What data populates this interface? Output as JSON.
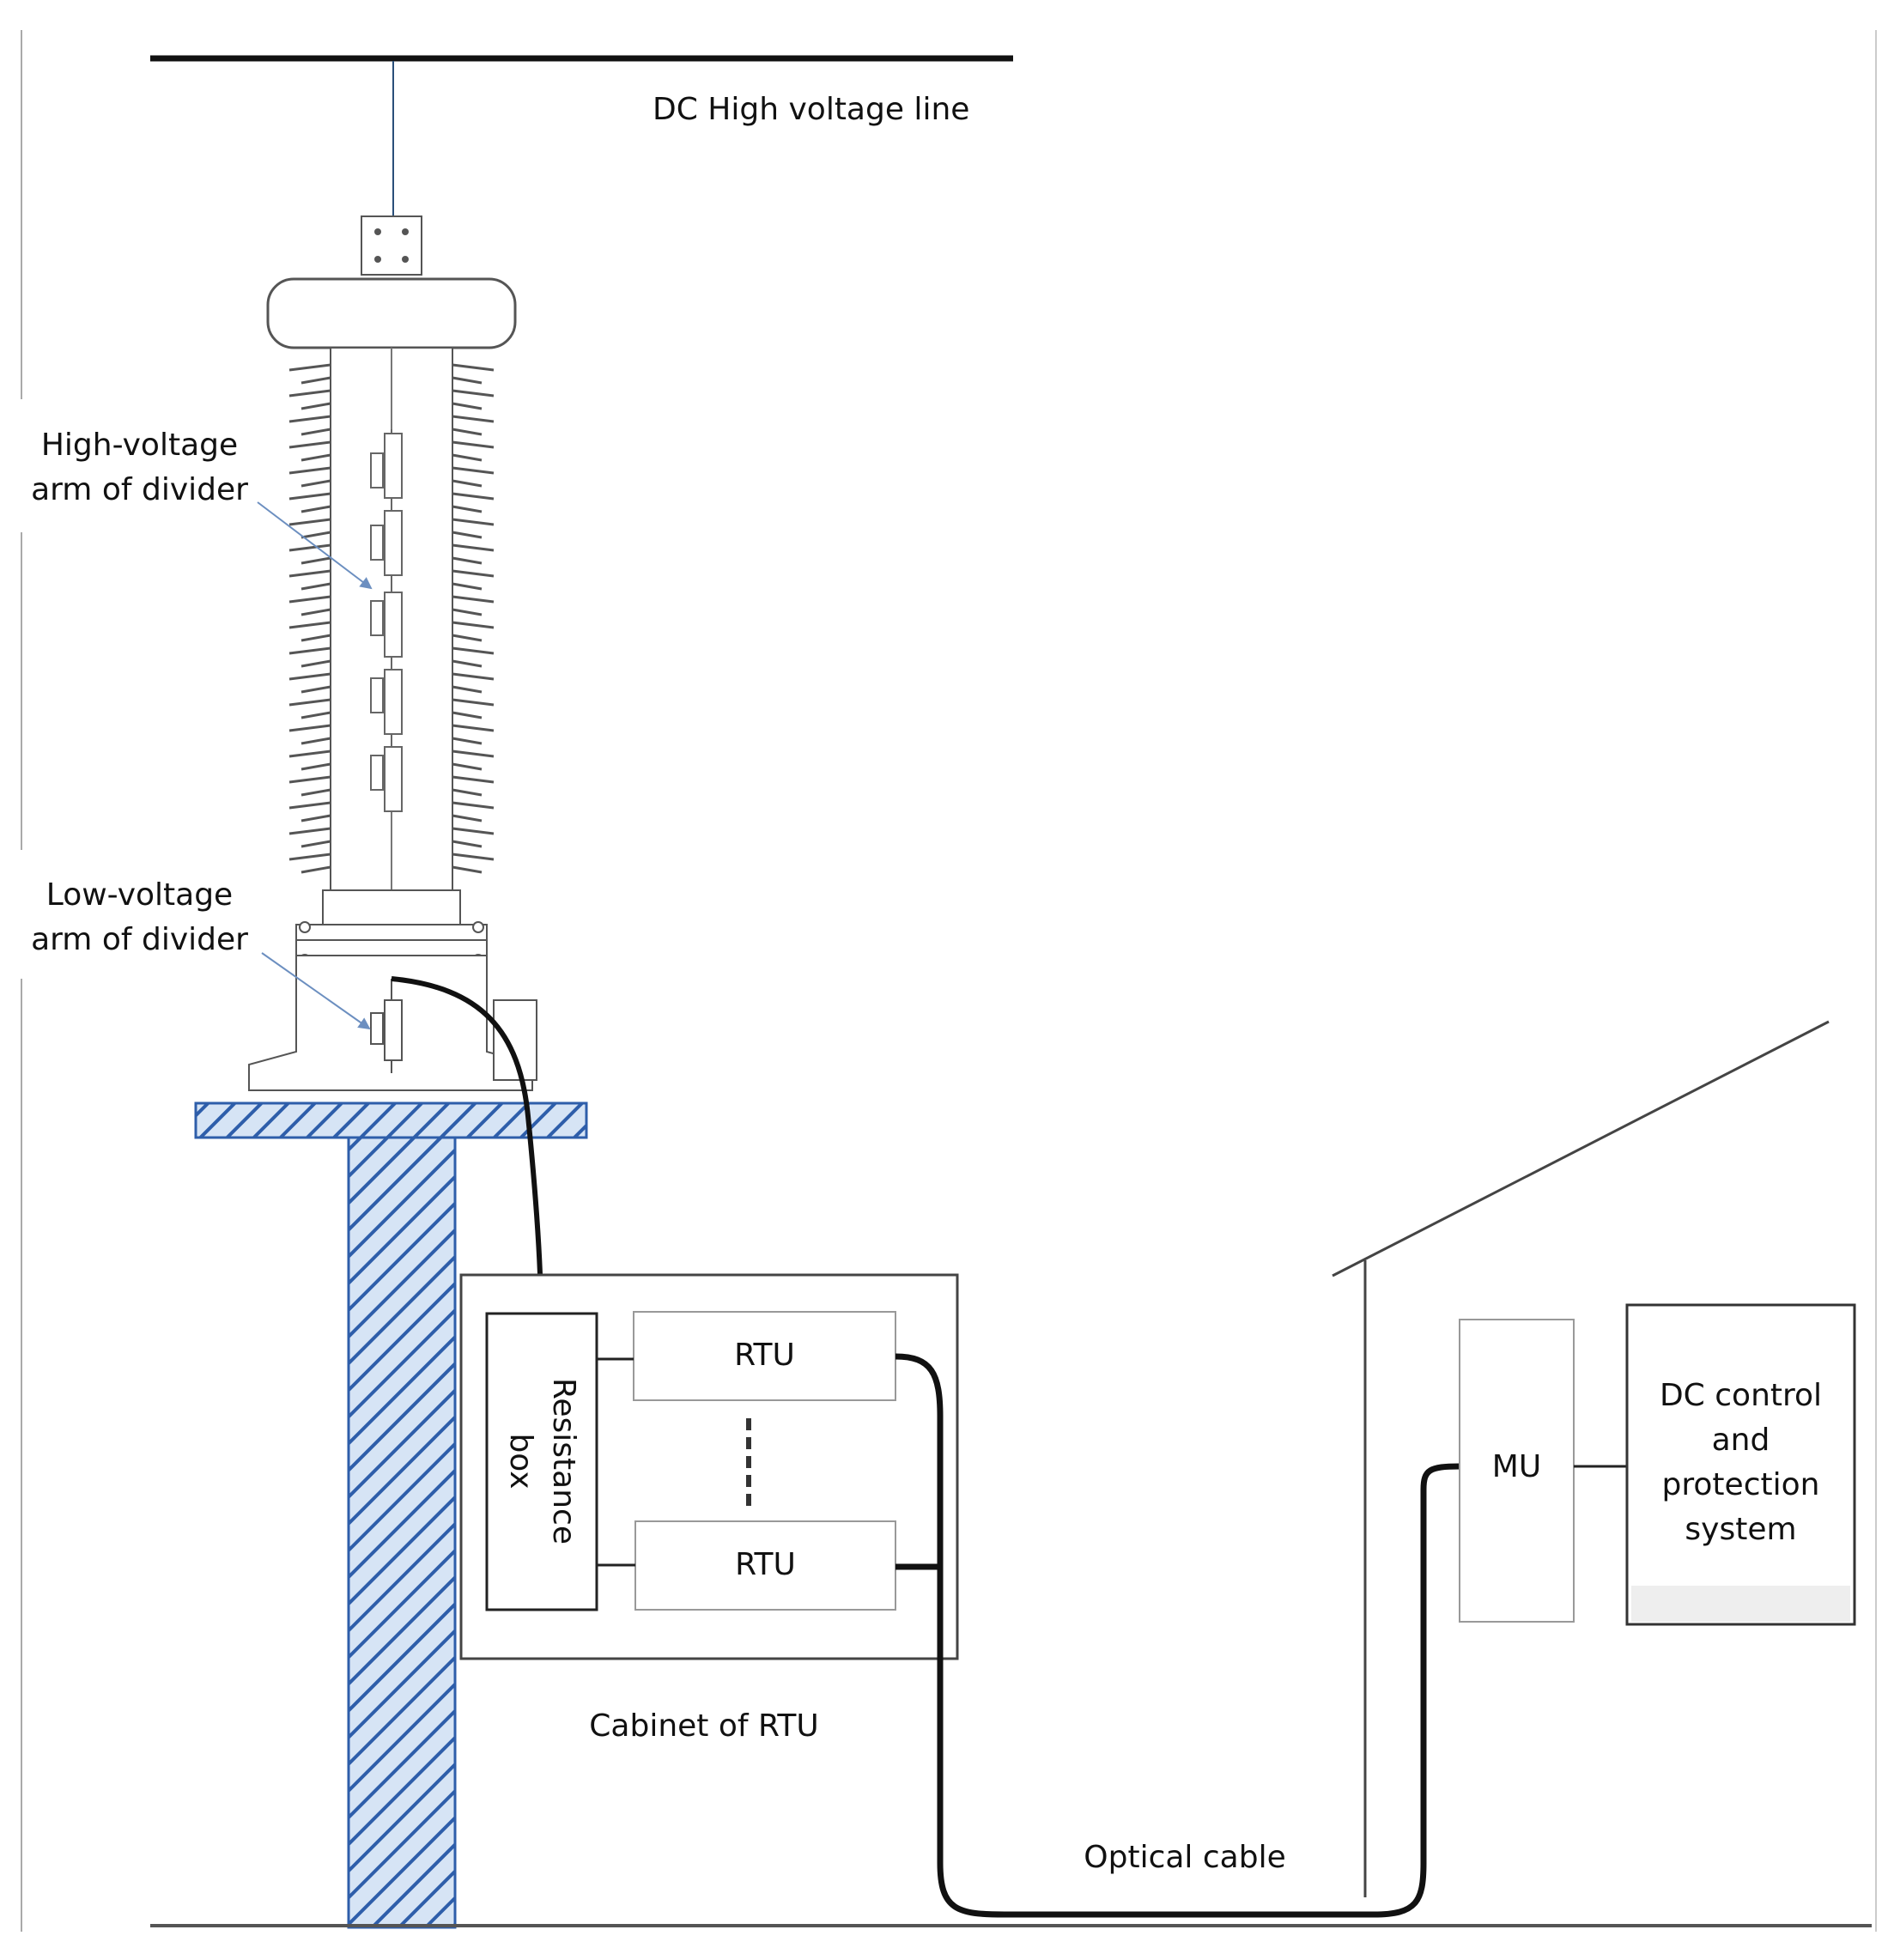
{
  "labels": {
    "dc_line": "DC High voltage line",
    "hv_arm": [
      "High-voltage",
      "arm of divider"
    ],
    "lv_arm": [
      "Low-voltage",
      "arm of divider"
    ],
    "rtu_top": "RTU",
    "rtu_bottom": "RTU",
    "resistance_box": [
      "Resistance",
      "box"
    ],
    "cabinet": "Cabinet of RTU",
    "optical_cable": "Optical cable",
    "mu": "MU",
    "dc_control": [
      "DC control",
      "and",
      "protection",
      "system"
    ]
  },
  "colors": {
    "line": "#111111",
    "pole_fill": "#d6e4f5",
    "pole_hatch": "#2e5eaa",
    "arrow": "#6c8fc0",
    "box_border": "#888888",
    "dark_border": "#333333"
  }
}
